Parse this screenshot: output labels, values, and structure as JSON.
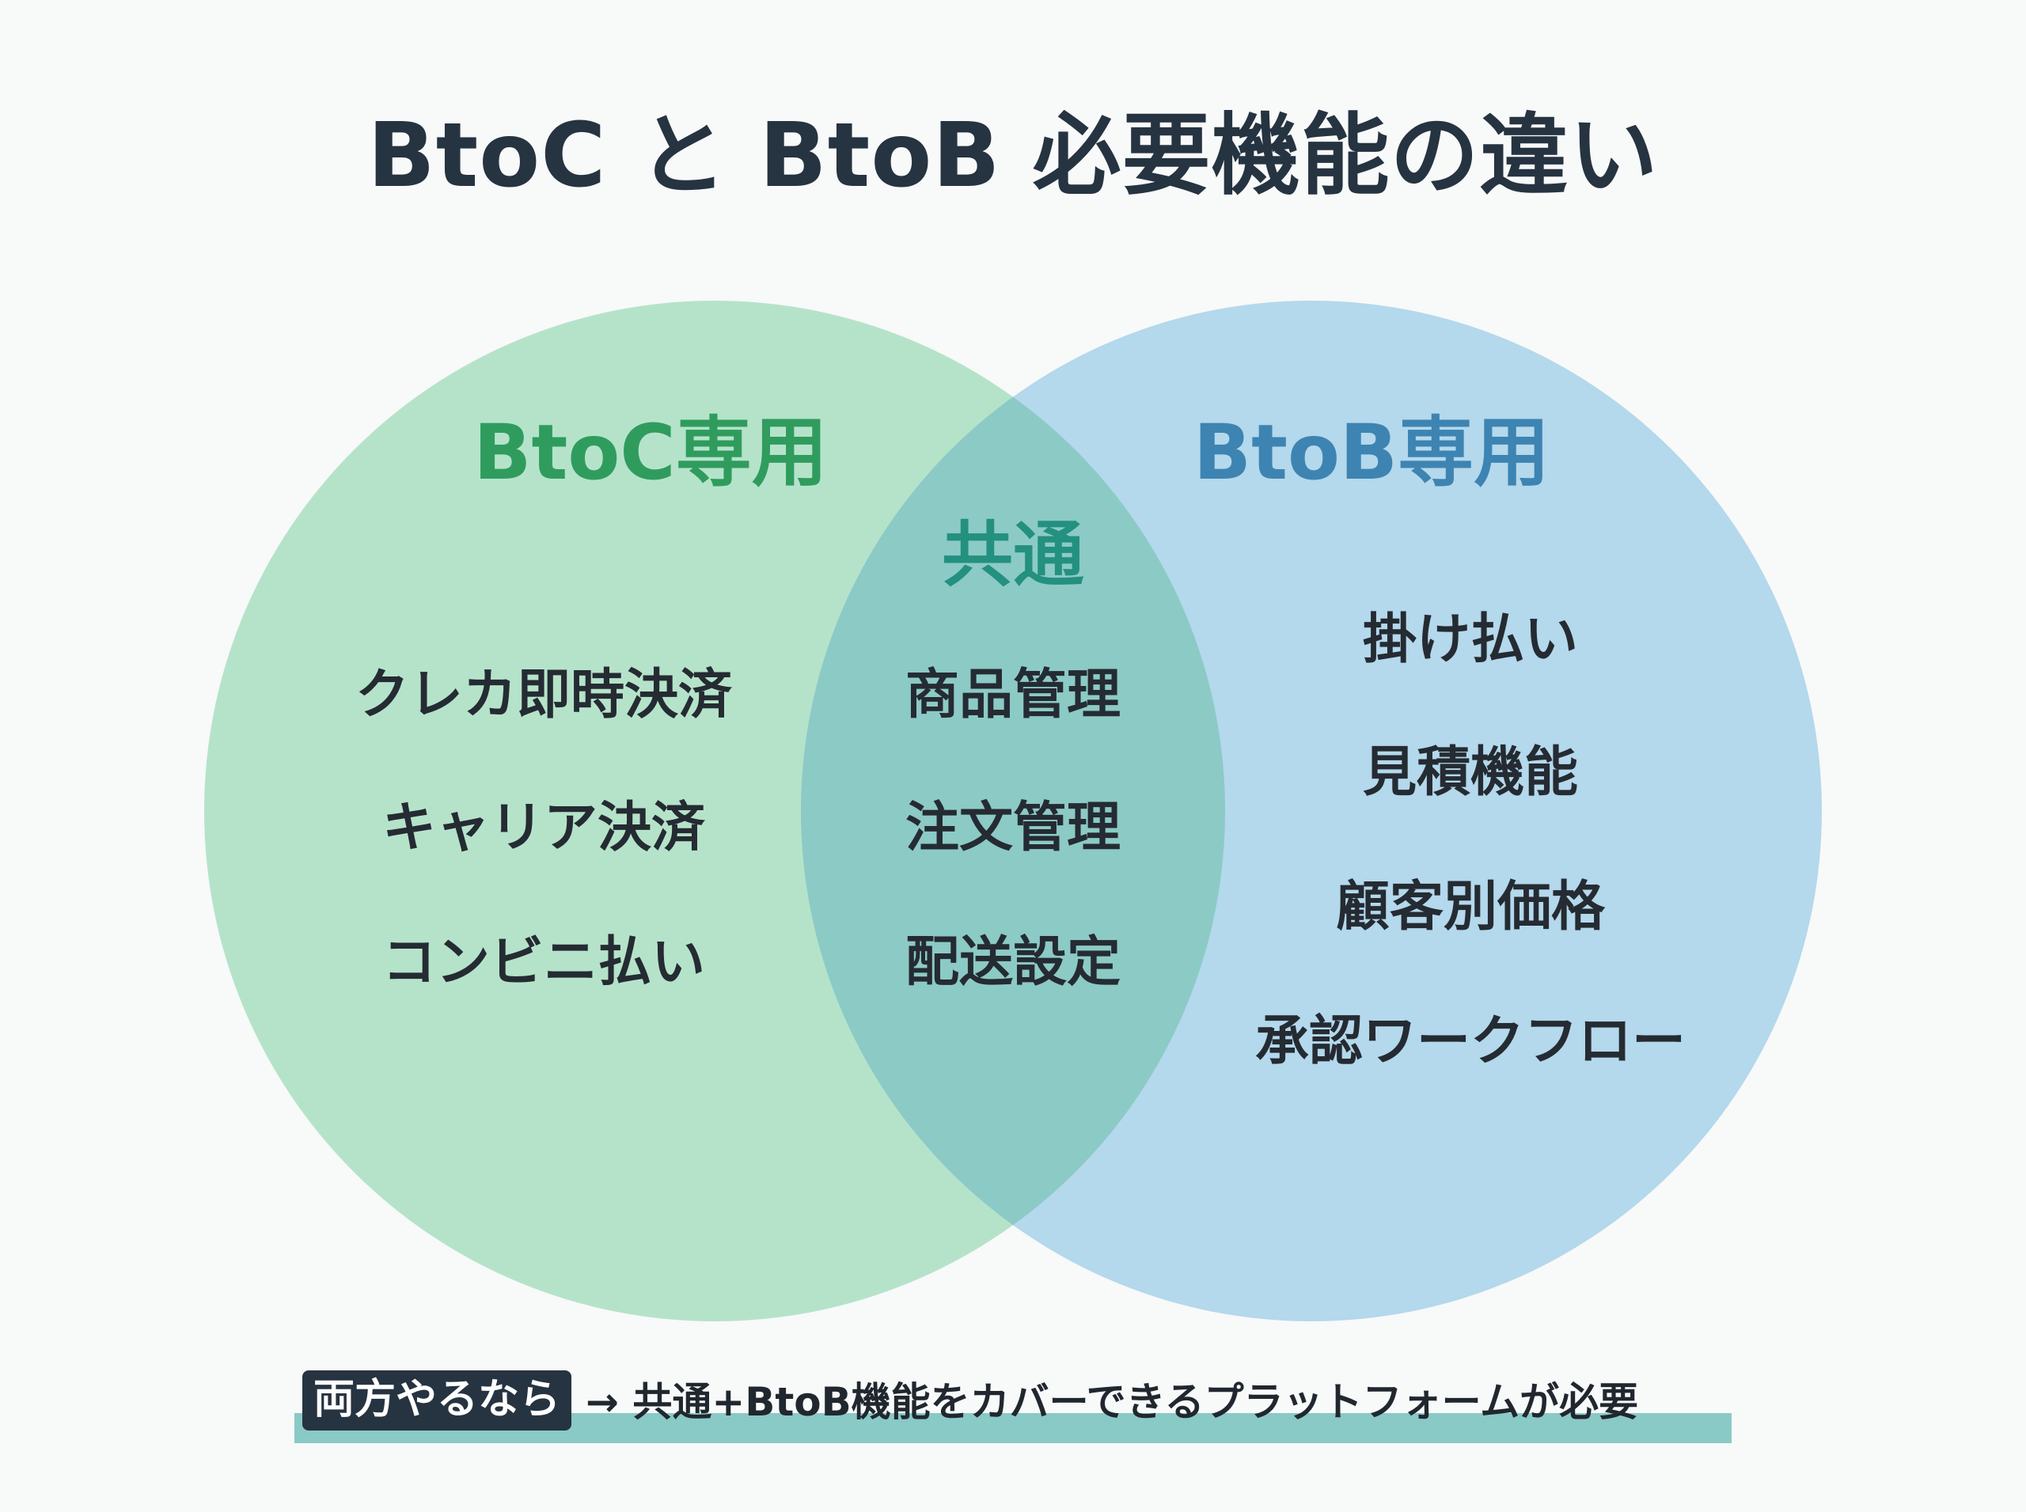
{
  "title": "BtoC と BtoB 必要機能の違い",
  "colors": {
    "btoc_fill": "#a9dfc2",
    "btob_fill": "#a8d2ea",
    "overlap_fill": "#8ccac6",
    "btoc_title": "#2f9c5e",
    "btob_title": "#3d84b2",
    "common_title": "#24907f",
    "badge_bg": "#263341",
    "footer_bar": "#89c9c6"
  },
  "sets": {
    "btoc": {
      "label": "BtoC専用",
      "items": [
        "クレカ即時決済",
        "キャリア決済",
        "コンビニ払い"
      ]
    },
    "common": {
      "label": "共通",
      "items": [
        "商品管理",
        "注文管理",
        "配送設定"
      ]
    },
    "btob": {
      "label": "BtoB専用",
      "items": [
        "掛け払い",
        "見積機能",
        "顧客別価格",
        "承認ワークフロー"
      ]
    }
  },
  "footer": {
    "badge": "両方やるなら",
    "text": "→ 共通+BtoB機能をカバーできるプラットフォームが必要"
  }
}
